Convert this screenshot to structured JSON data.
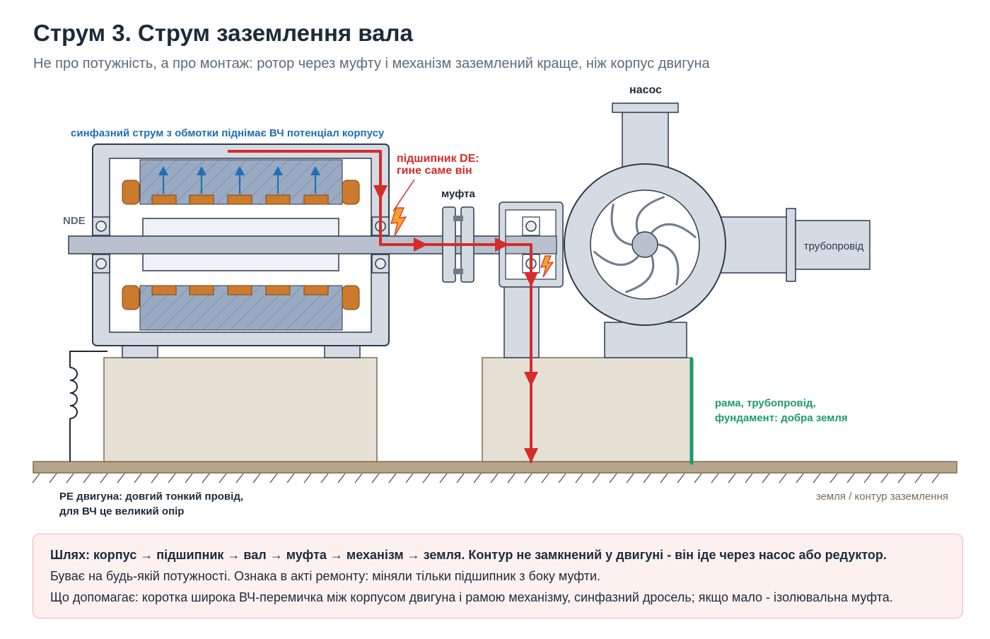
{
  "title": "Струм 3. Струм заземлення вала",
  "subtitle": "Не про потужність, а про монтаж: ротор через муфту і механізм заземлений краще, ніж корпус двигуна",
  "labels": {
    "common_mode": "синфазний струм з обмотки піднімає ВЧ потенціал корпусу",
    "bearing_de_1": "підшипник DE:",
    "bearing_de_2": "гине саме він",
    "nde": "NDE",
    "coupling": "муфта",
    "pump": "насос",
    "pipeline": "трубопровід",
    "good_ground_1": "рама, трубопровід,",
    "good_ground_2": "фундамент: добра земля",
    "pe_1": "РЕ двигуна: довгий тонкий провід,",
    "pe_2": "для ВЧ це великий опір",
    "earth": "земля / контур заземлення"
  },
  "colors": {
    "current_path": "#d62b2b",
    "good_ground": "#1f9a6a",
    "common_mode": "#1f6fb5",
    "housing": "#d5dbe3",
    "foundation": "#e6e0d4"
  },
  "note": {
    "line1": "Шлях: корпус → підшипник → вал → муфта → механізм → земля. Контур не замкнений у двигуні - він іде через насос або редуктор.",
    "line2": "Буває на будь-якій потужності. Ознака в акті ремонту: міняли тільки підшипник з боку муфти.",
    "line3": "Що допомагає: коротка широка ВЧ-перемичка між корпусом двигуна і рамою механізму, синфазний дросель; якщо мало - ізолювальна муфта."
  }
}
